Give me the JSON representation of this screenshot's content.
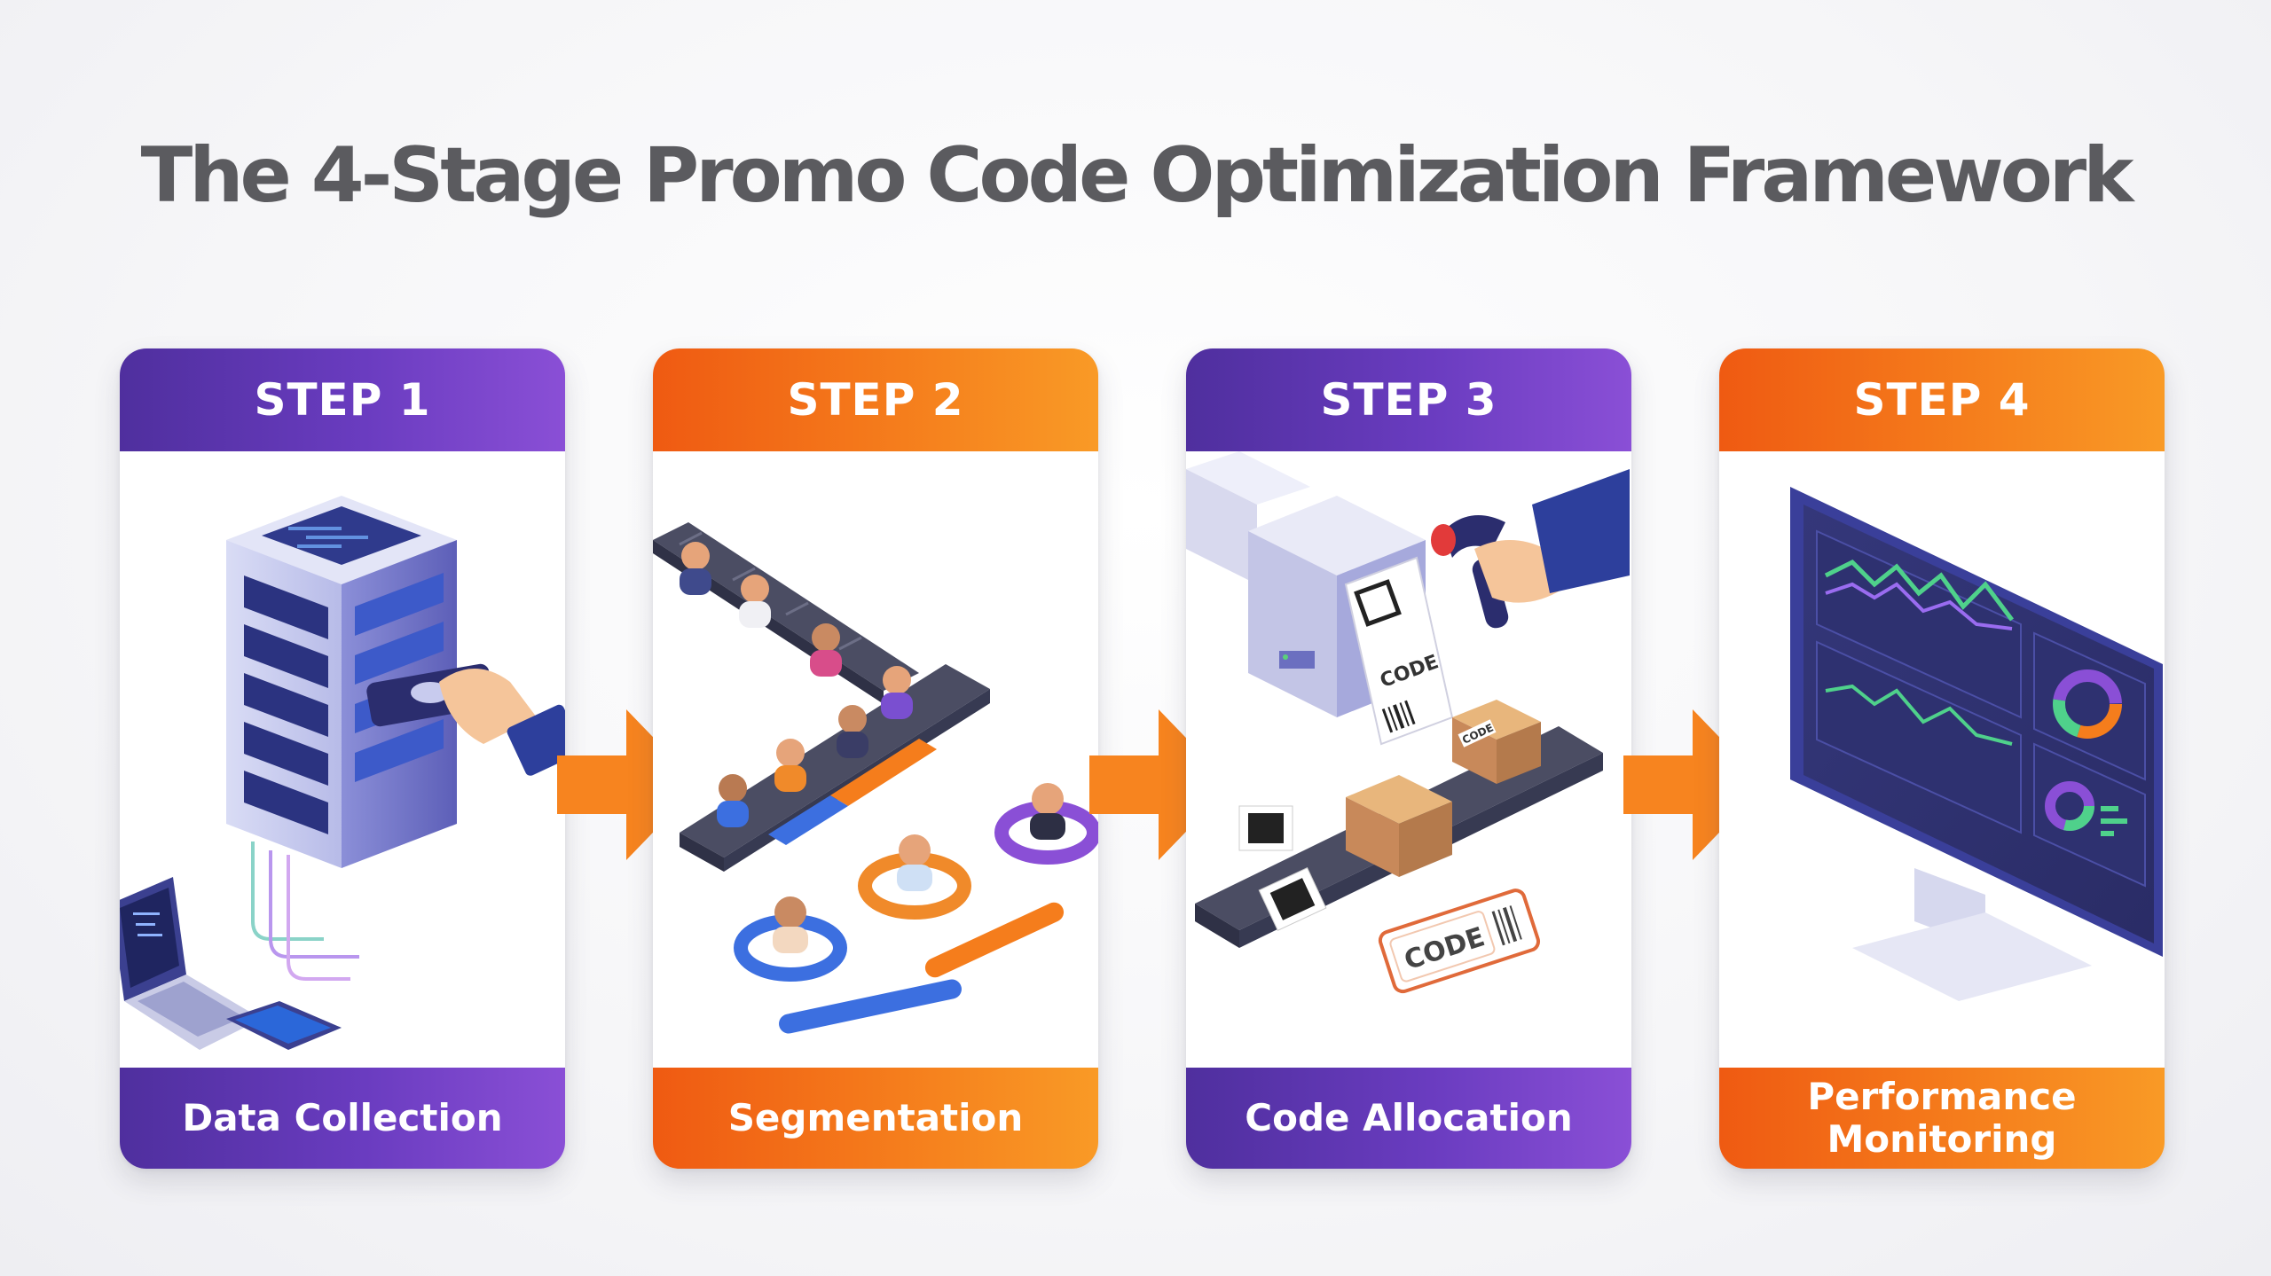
{
  "title": "The 4-Stage Promo Code Optimization Framework",
  "steps": [
    {
      "header": "STEP 1",
      "label": "Data Collection",
      "label_lines": [
        "Data Collection"
      ],
      "theme": "purple",
      "icon": "server-data-icon"
    },
    {
      "header": "STEP 2",
      "label": "Segmentation",
      "label_lines": [
        "Segmentation"
      ],
      "theme": "orange",
      "icon": "conveyor-segmentation-icon"
    },
    {
      "header": "STEP 3",
      "label": "Code Allocation",
      "label_lines": [
        "Code Allocation"
      ],
      "theme": "purple",
      "icon": "code-allocation-icon"
    },
    {
      "header": "STEP 4",
      "label": "Performance Monitoring",
      "label_lines": [
        "Performance",
        "Monitoring"
      ],
      "theme": "orange",
      "icon": "dashboard-monitor-icon"
    }
  ],
  "illustration_text": {
    "ticket_code": "CODE",
    "box_code": "CODE",
    "coupon_code": "CODE"
  },
  "colors": {
    "purple_start": "#4f2f9e",
    "purple_end": "#8a4fd6",
    "orange_start": "#ef5a12",
    "orange_end": "#f99a26",
    "arrow": "#f7841f",
    "title": "#5b5b5f"
  }
}
